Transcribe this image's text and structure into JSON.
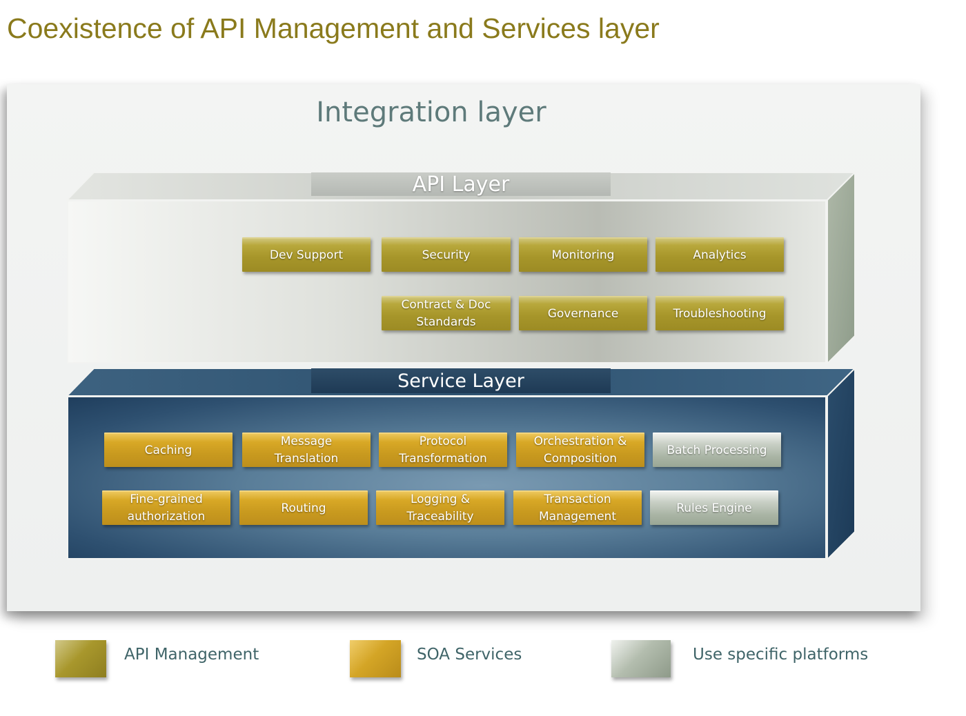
{
  "title": "Coexistence of API Management and Services layer",
  "panel_title": "Integration layer",
  "api_layer": {
    "label": "API Layer",
    "modules": [
      {
        "label": "Dev Support",
        "kind": "api"
      },
      {
        "label": "Security",
        "kind": "api"
      },
      {
        "label": "Monitoring",
        "kind": "api"
      },
      {
        "label": "Analytics",
        "kind": "api"
      },
      {
        "label": "Contract & Doc\nStandards",
        "kind": "api"
      },
      {
        "label": "Governance",
        "kind": "api"
      },
      {
        "label": "Troubleshooting",
        "kind": "api"
      }
    ]
  },
  "service_layer": {
    "label": "Service Layer",
    "modules": [
      {
        "label": "Caching",
        "kind": "soa"
      },
      {
        "label": "Message\nTranslation",
        "kind": "soa"
      },
      {
        "label": "Protocol\nTransformation",
        "kind": "soa"
      },
      {
        "label": "Orchestration &\nComposition",
        "kind": "soa"
      },
      {
        "label": "Batch Processing",
        "kind": "platform"
      },
      {
        "label": "Fine-grained\nauthorization",
        "kind": "soa"
      },
      {
        "label": "Routing",
        "kind": "soa"
      },
      {
        "label": "Logging &\nTraceability",
        "kind": "soa"
      },
      {
        "label": "Transaction\nManagement",
        "kind": "soa"
      },
      {
        "label": "Rules Engine",
        "kind": "platform"
      }
    ]
  },
  "legend": [
    {
      "label": "API Management",
      "kind": "api"
    },
    {
      "label": "SOA Services",
      "kind": "soa"
    },
    {
      "label": "Use specific platforms",
      "kind": "platform"
    }
  ]
}
